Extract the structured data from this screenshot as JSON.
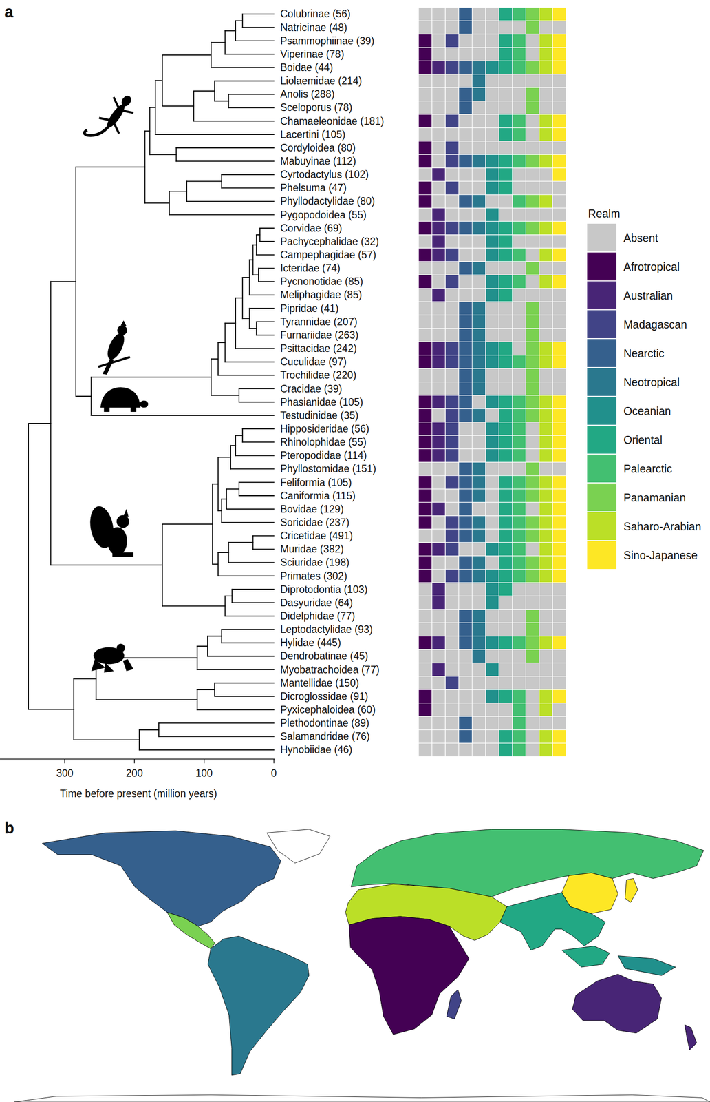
{
  "diagram": {
    "labels": [
      "a",
      "Colubrinae (56)",
      "Natricinae (48)",
      "Psammophiinae (39)",
      "Viperinae (78)",
      "Boidae (44)",
      "Liolaemidae (214)",
      "Anolis (288)",
      "Sceloporus (78)",
      "Chamaeleonidae (181)",
      "Lacertini (105)",
      "Cordyloidea (80)",
      "Mabuyinae (112)",
      "Cyrtodactylus (102)",
      "Phelsuma (47)",
      "Phyllodactylidae (80)",
      "Pygopodoidea (55)",
      "Corvidae (69)",
      "Pachycephalidae (32)",
      "Campephagidae (57)",
      "Icteridae (74)",
      "Pycnonotidae (85)",
      "Meliphagidae (85)",
      "Pipridae (41)",
      "Tyrannidae (207)",
      "Furnariidae (263)",
      "Psittacidae (242)",
      "Cuculidae (97)",
      "Trochilidae (220)",
      "Cracidae (39)",
      "Phasianidae (105)",
      "Testudinidae (35)",
      "Hipposideridae (56)",
      "Rhinolophidae (55)",
      "Pteropodidae (114)",
      "Phyllostomidae (151)",
      "Feliformia (105)",
      "Caniformia (115)",
      "Bovidae (129)",
      "Soricidae (237)",
      "Cricetidae (491)",
      "Muridae (382)",
      "Sciuridae (198)",
      "Primates (302)",
      "Diprotodontia (103)",
      "Dasyuridae (64)",
      "Didelphidae (77)",
      "Leptodactylidae (93)",
      "Hylidae (445)",
      "Dendrobatinae (45)",
      "Myobatrachoidea (77)",
      "Mantellidae (150)",
      "Dicroglossidae (91)",
      "Pyxicephaloidea (60)",
      "Plethodontinae (89)",
      "Salamandridae (76)",
      "Hynobiidae (46)",
      "Realm",
      "300",
      "200",
      "100",
      "0",
      "Time before present (million years)",
      "b"
    ],
    "legend": [
      {
        "text": "Absent",
        "color": "#C8C8C8"
      },
      {
        "text": "Afrotropical",
        "color": "#440154"
      },
      {
        "text": "Australian",
        "color": "#482576"
      },
      {
        "text": "Madagascan",
        "color": "#414487"
      },
      {
        "text": "Nearctic",
        "color": "#35608D"
      },
      {
        "text": "Neotropical",
        "color": "#2A788E"
      },
      {
        "text": "Oceanian",
        "color": "#21908C"
      },
      {
        "text": "Oriental",
        "color": "#22A884"
      },
      {
        "text": "Palearctic",
        "color": "#43BF71"
      },
      {
        "text": "Panamanian",
        "color": "#7AD151"
      },
      {
        "text": "Saharo-Arabian",
        "color": "#BBDF27"
      },
      {
        "text": "Sino-Japanese",
        "color": "#FDE725"
      }
    ]
  }
}
